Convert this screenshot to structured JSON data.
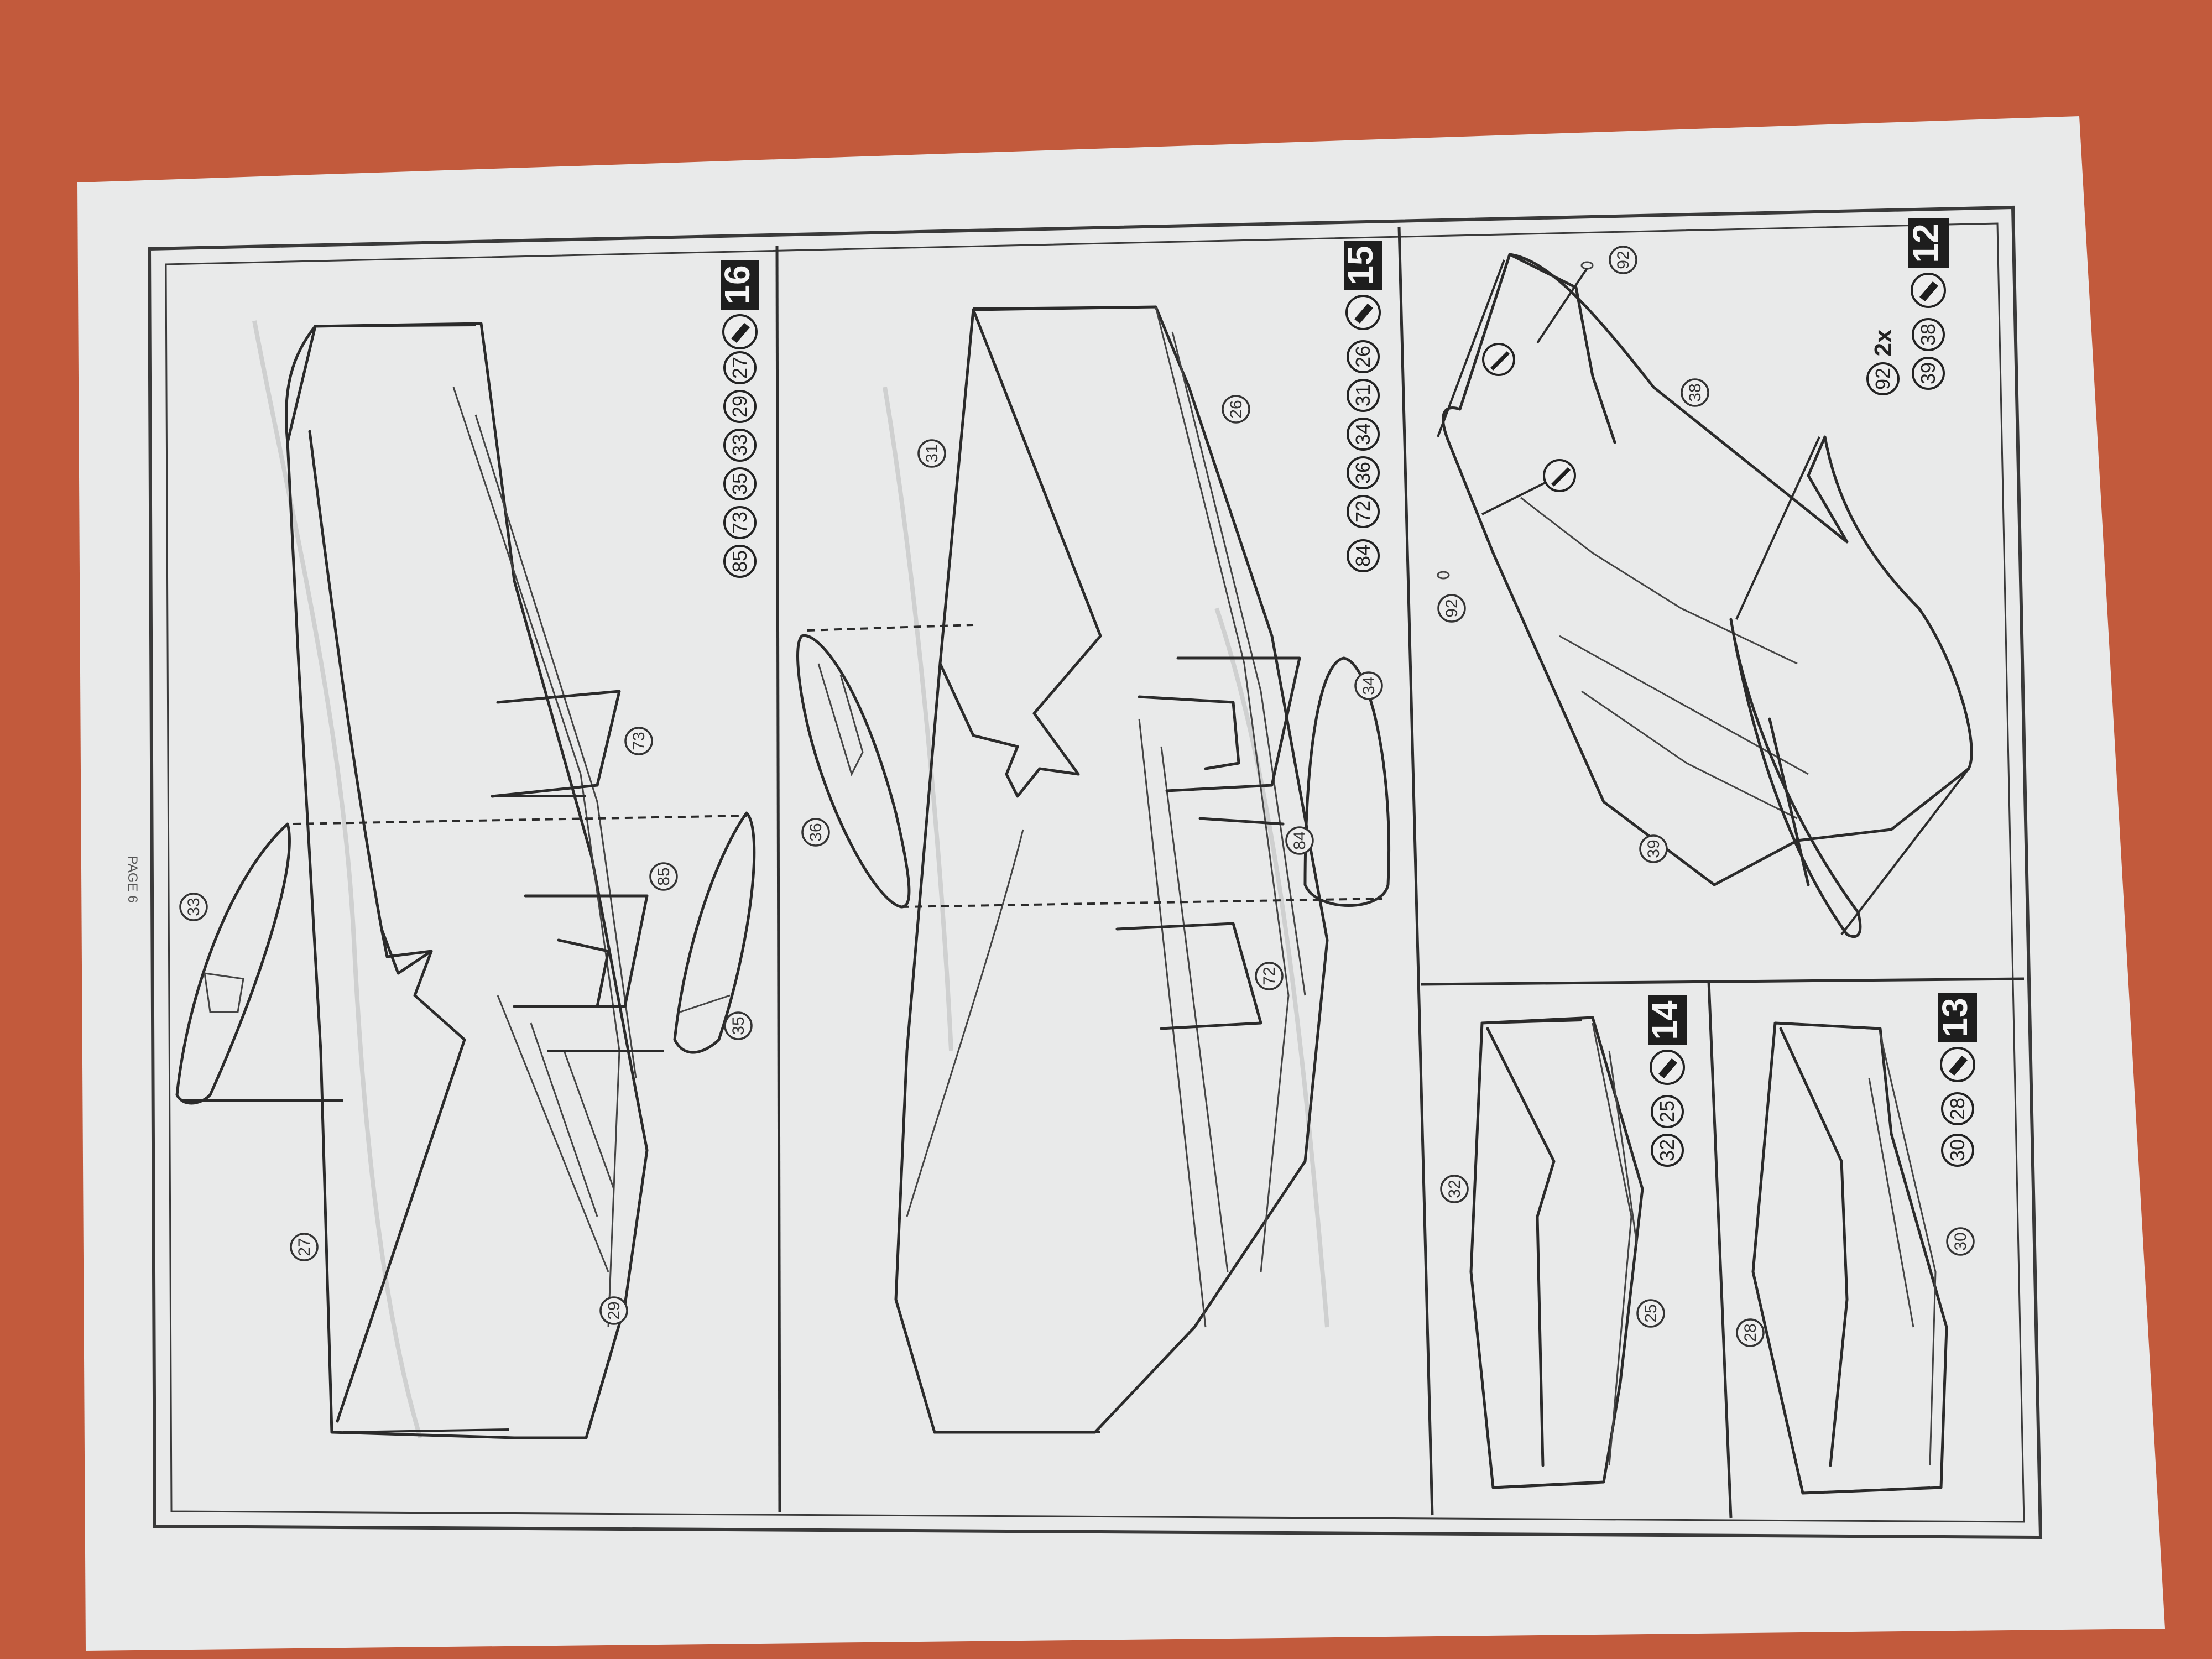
{
  "page": {
    "label": "PAGE 6"
  },
  "steps": [
    {
      "id": "step-12",
      "number": "12",
      "parts": [
        "38",
        "39"
      ],
      "quantity_prefix": "2x",
      "quantity_part": "92",
      "labels": [
        "38",
        "39",
        "92",
        "92"
      ]
    },
    {
      "id": "step-13",
      "number": "13",
      "parts": [
        "28",
        "30"
      ],
      "labels": [
        "30",
        "28"
      ]
    },
    {
      "id": "step-14",
      "number": "14",
      "parts": [
        "25",
        "32"
      ],
      "labels": [
        "32",
        "25"
      ]
    },
    {
      "id": "step-15",
      "number": "15",
      "parts": [
        "26",
        "31",
        "34",
        "36",
        "72",
        "84"
      ],
      "labels": [
        "26",
        "31",
        "34",
        "36",
        "72",
        "84"
      ]
    },
    {
      "id": "step-16",
      "number": "16",
      "parts": [
        "27",
        "29",
        "33",
        "35",
        "73",
        "85"
      ],
      "labels": [
        "73",
        "85",
        "33",
        "35",
        "27",
        "29"
      ]
    }
  ],
  "icons": {
    "glue": "glue-tube-icon",
    "drill": "drill-icon"
  },
  "colors": {
    "background": "#c25a3c",
    "paper": "#e9eaea",
    "ink": "#1e1e1e"
  }
}
